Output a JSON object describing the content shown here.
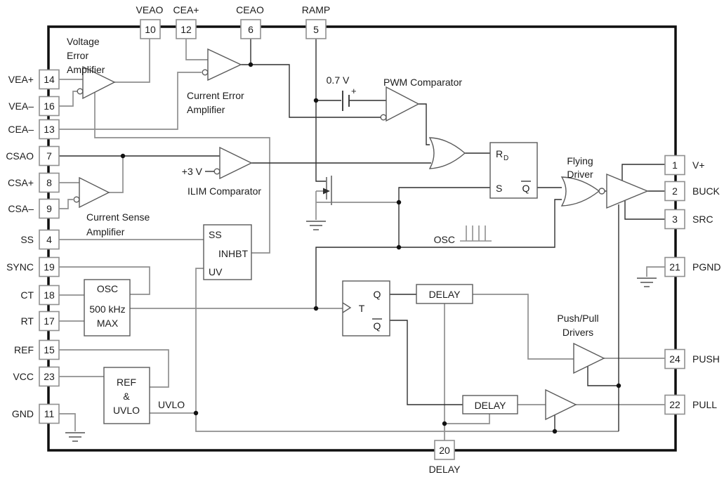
{
  "pins": {
    "top": [
      {
        "num": "10",
        "label": "VEAO"
      },
      {
        "num": "12",
        "label": "CEA+"
      },
      {
        "num": "6",
        "label": "CEAO"
      },
      {
        "num": "5",
        "label": "RAMP"
      }
    ],
    "left": [
      {
        "num": "14",
        "label": "VEA+"
      },
      {
        "num": "16",
        "label": "VEA–"
      },
      {
        "num": "13",
        "label": "CEA–"
      },
      {
        "num": "7",
        "label": "CSAO"
      },
      {
        "num": "8",
        "label": "CSA+"
      },
      {
        "num": "9",
        "label": "CSA–"
      },
      {
        "num": "4",
        "label": "SS"
      },
      {
        "num": "19",
        "label": "SYNC"
      },
      {
        "num": "18",
        "label": "CT"
      },
      {
        "num": "17",
        "label": "RT"
      },
      {
        "num": "15",
        "label": "REF"
      },
      {
        "num": "23",
        "label": "VCC"
      },
      {
        "num": "11",
        "label": "GND"
      }
    ],
    "right": [
      {
        "num": "1",
        "label": "V+"
      },
      {
        "num": "2",
        "label": "BUCK"
      },
      {
        "num": "3",
        "label": "SRC"
      },
      {
        "num": "21",
        "label": "PGND"
      },
      {
        "num": "24",
        "label": "PUSH"
      },
      {
        "num": "22",
        "label": "PULL"
      }
    ],
    "bottom": [
      {
        "num": "20",
        "label": "DELAY"
      }
    ]
  },
  "amplifiers": {
    "voltage_error": {
      "line1": "Voltage",
      "line2": "Error",
      "line3": "Amplifier"
    },
    "current_error": {
      "line1": "Current Error",
      "line2": "Amplifier"
    },
    "current_sense": {
      "line1": "Current Sense",
      "line2": "Amplifier"
    }
  },
  "comparators": {
    "pwm": "PWM Comparator",
    "ilim": "ILIM Comparator",
    "offset": "0.7 V",
    "offset_plus": "+",
    "threshold": "+3 V"
  },
  "drivers": {
    "flying1": "Flying",
    "flying2": "Driver",
    "pushpull1": "Push/Pull",
    "pushpull2": "Drivers"
  },
  "blocks": {
    "ss": {
      "ss": "SS",
      "inhbt": "INHBT",
      "uv": "UV"
    },
    "osc": {
      "name": "OSC",
      "freq": "500 kHz",
      "max": "MAX"
    },
    "ref": {
      "line1": "REF",
      "line2": "&",
      "line3": "UVLO"
    },
    "delay_top": "DELAY",
    "delay_bottom": "DELAY"
  },
  "latch": {
    "r": "R",
    "r_sub": "D",
    "s": "S",
    "qbar": "Q"
  },
  "flipflop": {
    "t": "T",
    "q": "Q",
    "qbar": "Q"
  },
  "nets": {
    "osc": "OSC",
    "uvlo": "UVLO"
  }
}
